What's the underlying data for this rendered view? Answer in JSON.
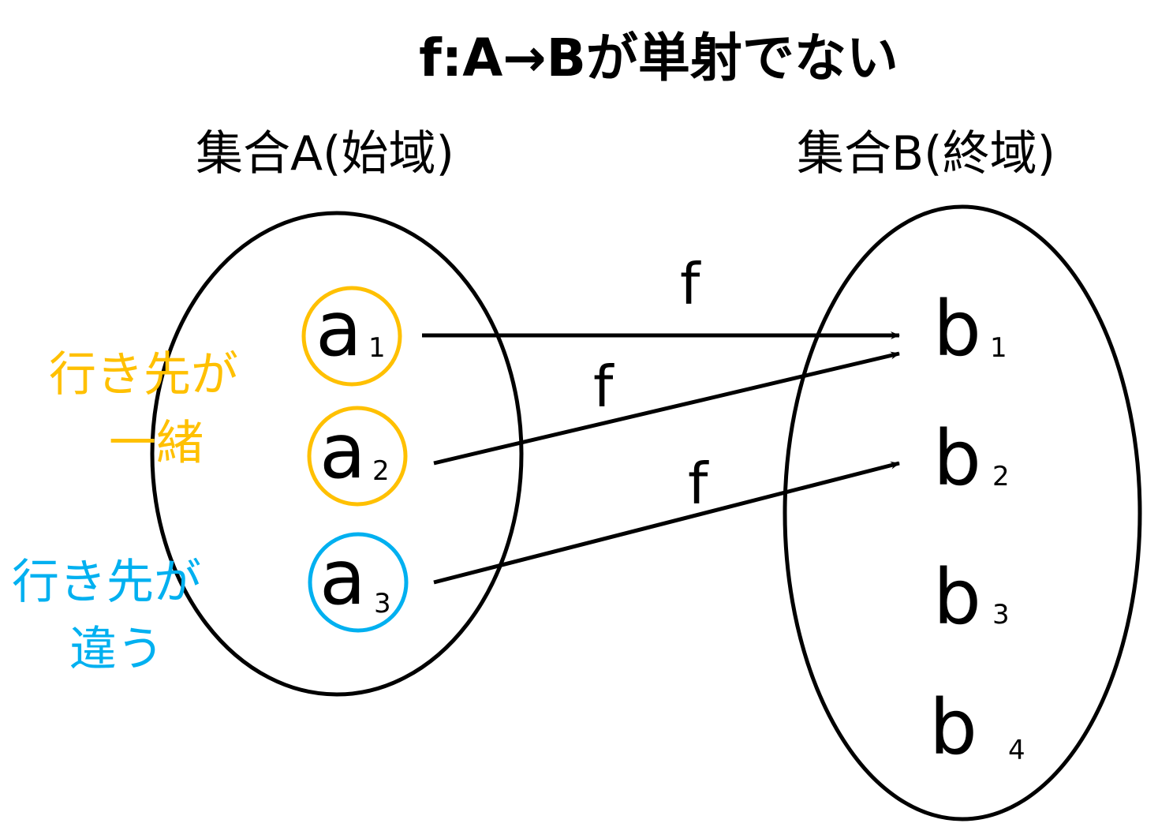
{
  "title": "f:A→Bが単射でない",
  "domain_label": "集合A(始域)",
  "codomain_label": "集合B(終域)",
  "domain_elements": [
    {
      "base": "a",
      "sub": "1"
    },
    {
      "base": "a",
      "sub": "2"
    },
    {
      "base": "a",
      "sub": "3"
    }
  ],
  "codomain_elements": [
    {
      "base": "b",
      "sub": "1"
    },
    {
      "base": "b",
      "sub": "2"
    },
    {
      "base": "b",
      "sub": "3"
    },
    {
      "base": "b",
      "sub": "4"
    }
  ],
  "mappings": [
    {
      "from": "a1",
      "to": "b1",
      "label": "f"
    },
    {
      "from": "a2",
      "to": "b1",
      "label": "f"
    },
    {
      "from": "a3",
      "to": "b2",
      "label": "f"
    }
  ],
  "notes": {
    "same": {
      "line1": "行き先が",
      "line2": "一緒",
      "color": "#FFC000"
    },
    "different": {
      "line1": "行き先が",
      "line2": "違う",
      "color": "#00B0F0"
    }
  }
}
